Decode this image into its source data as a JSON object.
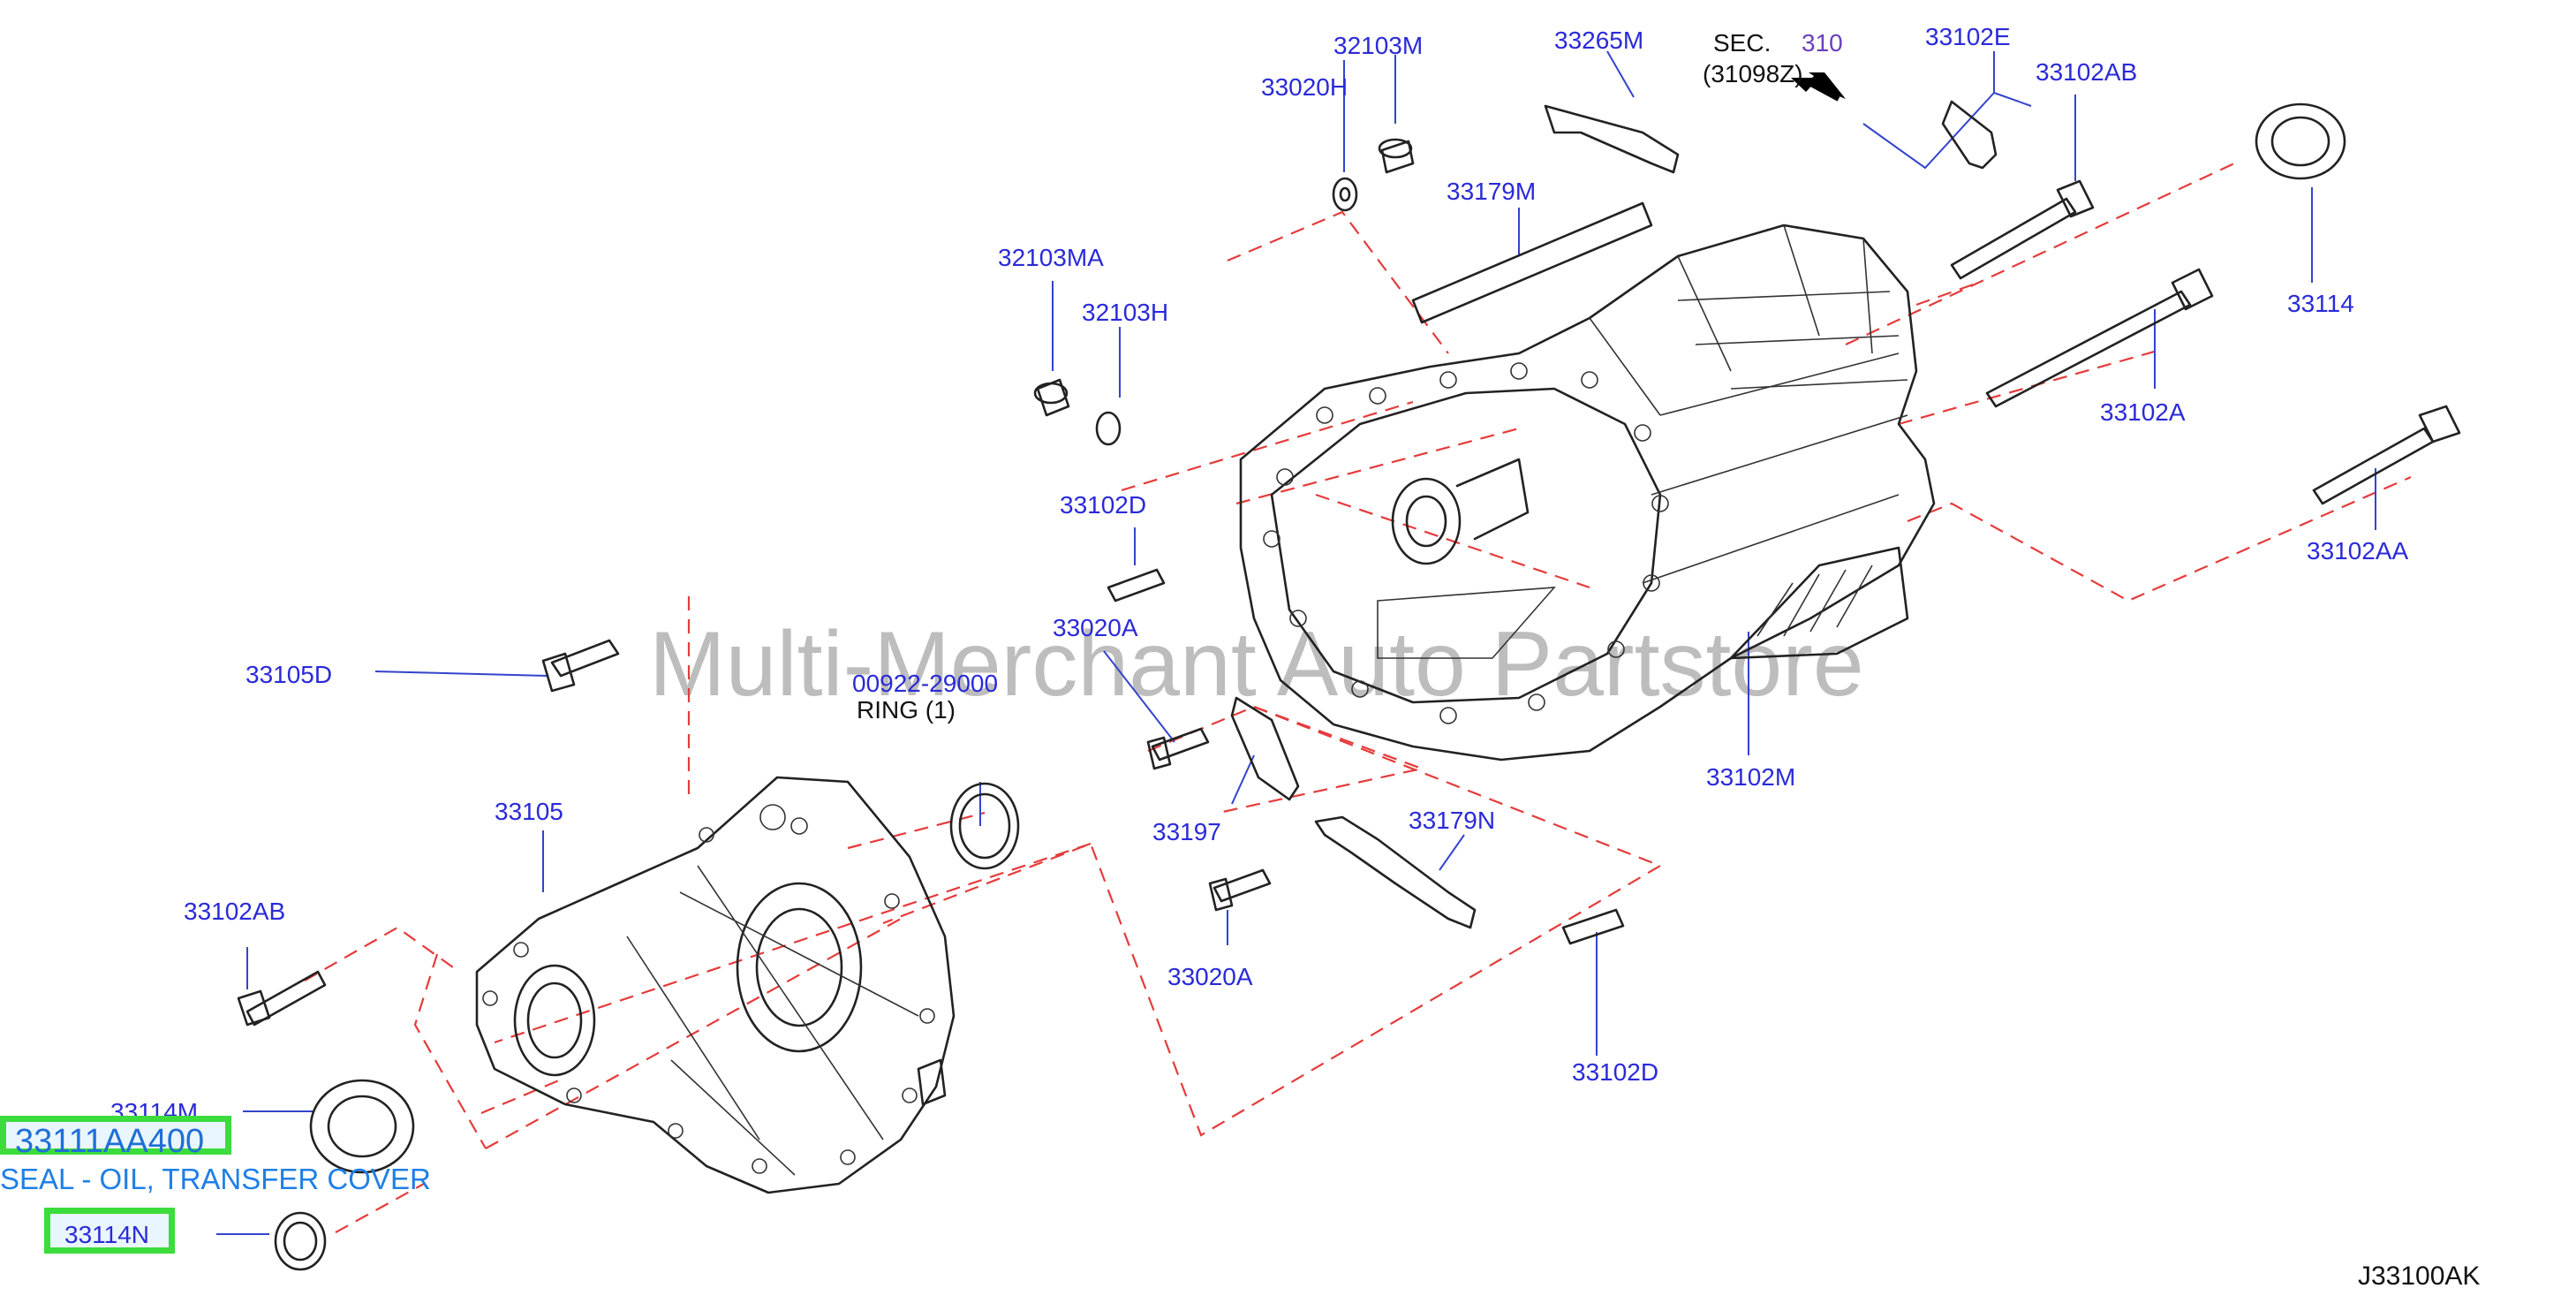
{
  "watermark": "Multi-Merchant Auto Partstore",
  "diagram_code": "J33100AK",
  "highlight": {
    "part_number": "33111AA400",
    "description": "SEAL - OIL, TRANSFER COVER",
    "ref": "33114N"
  },
  "reference": {
    "sec_prefix": "SEC.",
    "sec_number": "310",
    "sec_ref": "(31098Z)"
  },
  "ring": {
    "part": "00922-29000",
    "label": "RING  (1)"
  },
  "labels": {
    "p32103M": "32103M",
    "p33265M": "33265M",
    "p33102E": "33102E",
    "p33020H": "33020H",
    "p33102AB_top": "33102AB",
    "p33179M": "33179M",
    "p32103MA": "32103MA",
    "p32103H": "32103H",
    "p33114": "33114",
    "p33102A": "33102A",
    "p33102D_top": "33102D",
    "p33102AA": "33102AA",
    "p33020A_top": "33020A",
    "p33105D": "33105D",
    "p33102M": "33102M",
    "p33105": "33105",
    "p33197": "33197",
    "p33179N": "33179N",
    "p33102AB_left": "33102AB",
    "p33020A_bottom": "33020A",
    "p33102D_bottom": "33102D",
    "p33114M": "33114M"
  }
}
